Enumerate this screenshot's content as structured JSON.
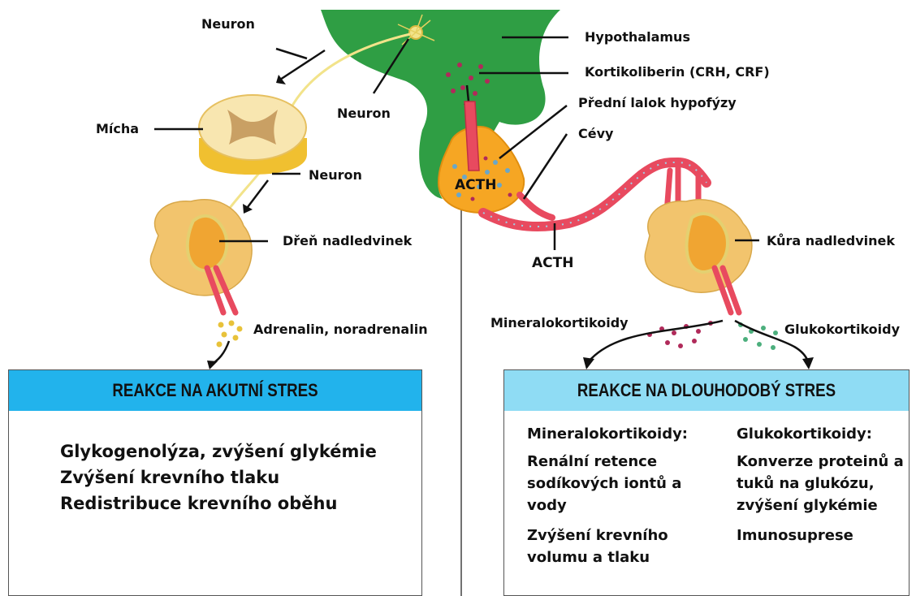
{
  "labels": {
    "neuron_top": "Neuron",
    "neuron_mid": "Neuron",
    "neuron_low": "Neuron",
    "micha": "Mícha",
    "hypothalamus": "Hypothalamus",
    "crh": "Kortikoliberin (CRH, CRF)",
    "pituitary": "Přední lalok hypofýzy",
    "vessels": "Cévy",
    "acth_gland": "ACTH",
    "acth_vessel": "ACTH",
    "adrenal_medulla": "Dřeň nadledvinek",
    "adrenal_cortex": "Kůra nadledvinek",
    "adrenaline": "Adrenalin, noradrenalin",
    "mineralo": "Mineralokortikoidy",
    "gluco": "Glukokortikoidy"
  },
  "acute_box": {
    "title": "REAKCE NA AKUTNÍ STRES",
    "lines": [
      "Glykogenolýza, zvýšení glykémie",
      "Zvýšení krevního tlaku",
      "Redistribuce krevního oběhu"
    ]
  },
  "chronic_box": {
    "title": "REAKCE NA DLOUHODOBÝ STRES",
    "mineralo_head": "Mineralokortikoidy:",
    "mineralo_items": [
      "Renální retence sodíkových iontů a vody",
      "Zvýšení krevního volumu a tlaku"
    ],
    "gluco_head": "Glukokortikoidy:",
    "gluco_items": [
      "Konverze proteinů a tuků na glukózu, zvýšení glykémie",
      "Imunosuprese"
    ]
  },
  "colors": {
    "hypothalamus": "#2f9e44",
    "pituitary": "#f6a623",
    "vessel": "#e84a5f",
    "acute_header": "#22b3ec",
    "chronic_header": "#8fdcf4",
    "gland": "#f2c46d"
  }
}
